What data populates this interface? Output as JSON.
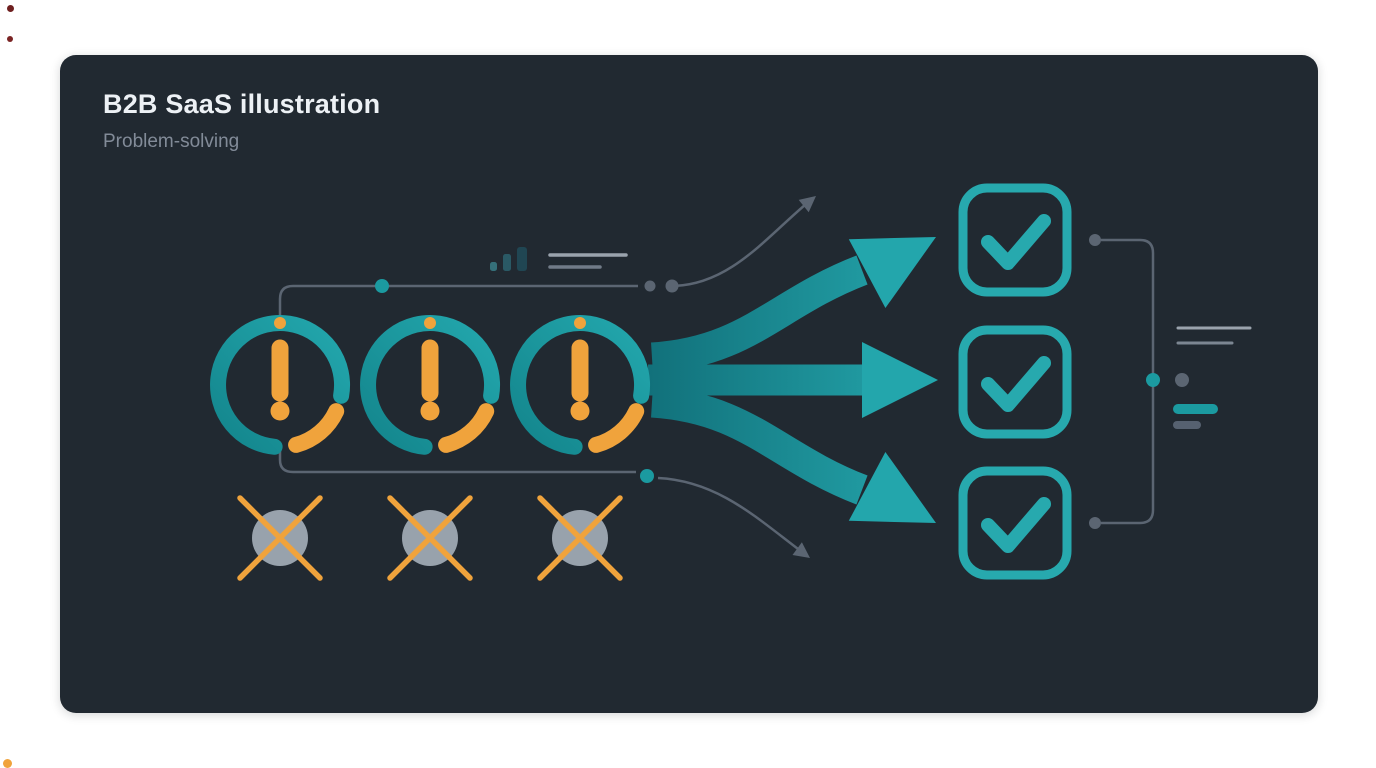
{
  "card": {
    "title": "B2B SaaS illustration",
    "subtitle": "Problem-solving"
  },
  "colors": {
    "page_bg": "#ffffff",
    "card_bg": "#212931",
    "title_color": "#edf1f5",
    "subtitle_color": "#828b98",
    "teal": "#1b9aa0",
    "teal_bright": "#27a9ae",
    "teal_dark": "#0f6a72",
    "orange": "#f0a33c",
    "connector_gray": "#5b6572",
    "muted_gray": "#98a2ac",
    "light_line": "#9aa3ad"
  },
  "icons": {
    "warning_icons": [
      "warning-icon-1",
      "warning-icon-2",
      "warning-icon-3"
    ],
    "flow_arrows": [
      "flow-arrow-top",
      "flow-arrow-middle",
      "flow-arrow-bottom"
    ],
    "check_icons": [
      "check-icon-1",
      "check-icon-2",
      "check-icon-3"
    ],
    "crossed_out_icons": [
      "crossed-out-icon-1",
      "crossed-out-icon-2",
      "crossed-out-icon-3"
    ],
    "mini_bar_chart": "bar-chart-icon",
    "text_placeholders": [
      "text-lines-top",
      "text-lines-right"
    ]
  }
}
